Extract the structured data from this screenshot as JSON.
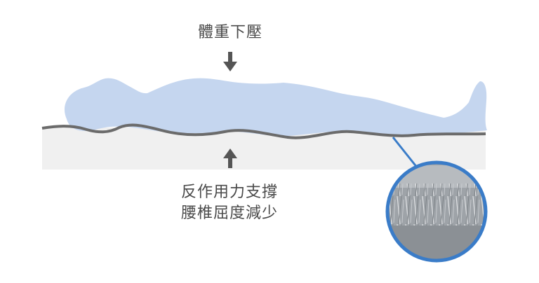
{
  "labels": {
    "body_weight": "體重下壓",
    "reaction_support": "反作用力支撐",
    "reduced_curvature": "腰椎屈度減少"
  },
  "colors": {
    "body": "#c5d6ef",
    "mattress": "#f0f0f0",
    "mattress_line": "#6b6b6b",
    "arrow": "#555555",
    "zoom_ring": "#3a7cc8",
    "zoom_fill": "#9ea3a8"
  },
  "icons": {
    "down_arrow": "arrow-down-icon",
    "up_arrow": "arrow-up-icon"
  }
}
